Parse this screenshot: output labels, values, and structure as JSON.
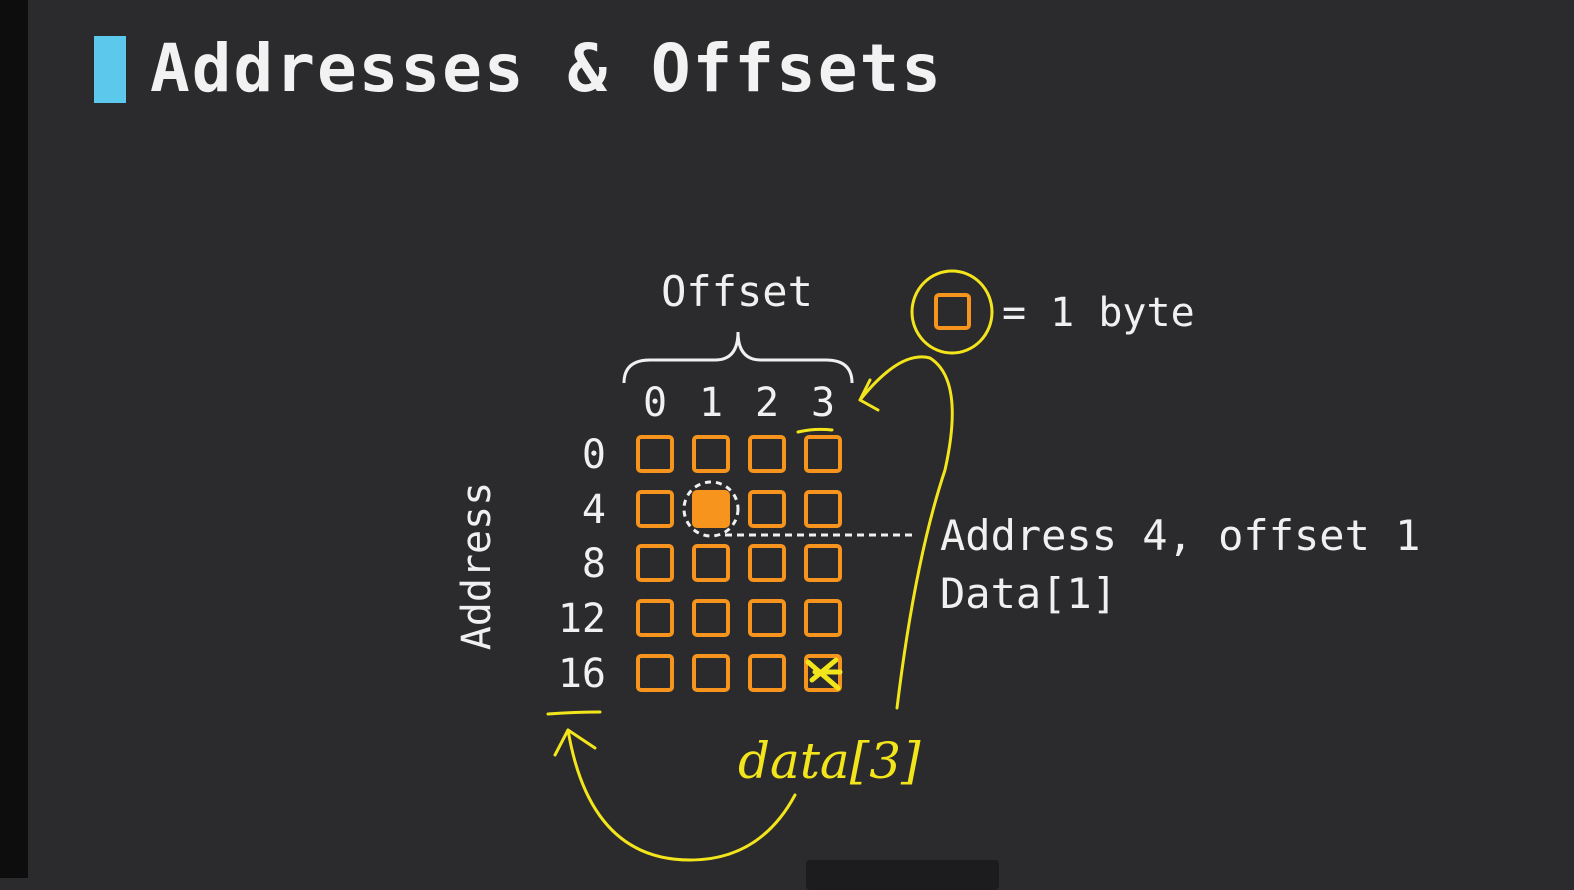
{
  "slide": {
    "title": "Addresses & Offsets",
    "accent_color": "#5bc8ec"
  },
  "diagram": {
    "offset_label": "Offset",
    "address_label": "Address",
    "column_offsets": [
      "0",
      "1",
      "2",
      "3"
    ],
    "row_addresses": [
      "0",
      "4",
      "8",
      "12",
      "16"
    ],
    "cell_color": "#f7941d",
    "highlighted_cell": {
      "row": 1,
      "col": 1
    },
    "legend_text": "= 1 byte",
    "callout_line1": "Address 4, offset 1",
    "callout_line2": "Data[1]"
  },
  "annotations": {
    "color": "#f3e51c",
    "handwritten_text": "data[3]",
    "scribbled_cell": {
      "row": 4,
      "col": 3
    }
  }
}
